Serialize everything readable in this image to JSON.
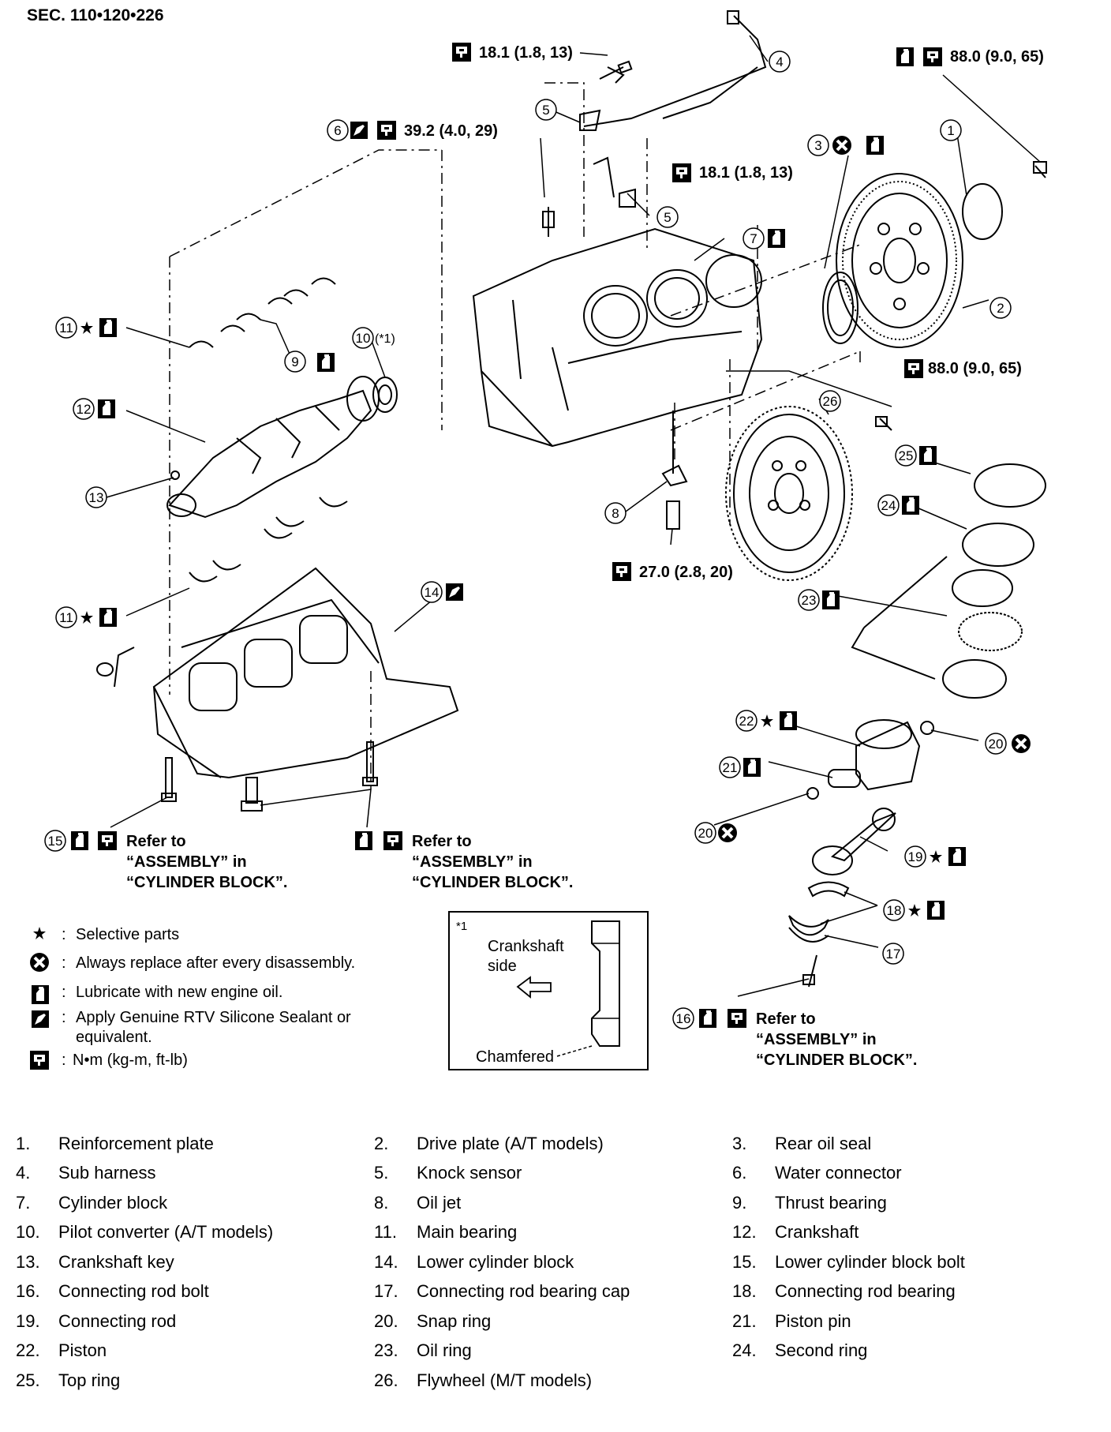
{
  "section_code": "SEC. 110•120•226",
  "torque_specs": {
    "t1": "18.1 (1.8, 13)",
    "t2": "88.0 (9.0, 65)",
    "t3": "39.2 (4.0, 29)",
    "t4": "18.1 (1.8, 13)",
    "t5": "88.0 (9.0, 65)",
    "t6": "27.0 (2.8, 20)"
  },
  "callouts": {
    "c1": "1",
    "c2": "2",
    "c3": "3",
    "c4": "4",
    "c5a": "5",
    "c5b": "5",
    "c6": "6",
    "c7": "7",
    "c8": "8",
    "c9": "9",
    "c10": "10",
    "c10_note": "(*1)",
    "c11a": "11",
    "c11b": "11",
    "c12": "12",
    "c13": "13",
    "c14": "14",
    "c15": "15",
    "c16": "16",
    "c17": "17",
    "c18": "18",
    "c19": "19",
    "c20a": "20",
    "c20b": "20",
    "c21": "21",
    "c22": "22",
    "c23": "23",
    "c24": "24",
    "c25": "25",
    "c26": "26"
  },
  "refer_notes": {
    "line1": "Refer to",
    "line2": "“ASSEMBLY” in",
    "line3": "“CYLINDER BLOCK”."
  },
  "legend": {
    "star": "Selective parts",
    "replace": "Always replace after every disassembly.",
    "oil": "Lubricate with new engine oil.",
    "sealant_line1": "Apply  Genuine RTV Silicone Sealant or",
    "sealant_line2": "equivalent.",
    "torque": "N•m (kg-m, ft-lb)"
  },
  "detail_box": {
    "note": "*1",
    "side_line1": "Crankshaft",
    "side_line2": "side",
    "chamfered": "Chamfered"
  },
  "parts": [
    {
      "num": "1.",
      "name": "Reinforcement plate"
    },
    {
      "num": "2.",
      "name": "Drive plate (A/T models)"
    },
    {
      "num": "3.",
      "name": "Rear oil seal"
    },
    {
      "num": "4.",
      "name": "Sub harness"
    },
    {
      "num": "5.",
      "name": "Knock sensor"
    },
    {
      "num": "6.",
      "name": "Water connector"
    },
    {
      "num": "7.",
      "name": "Cylinder block"
    },
    {
      "num": "8.",
      "name": "Oil jet"
    },
    {
      "num": "9.",
      "name": "Thrust bearing"
    },
    {
      "num": "10.",
      "name": "Pilot converter (A/T models)"
    },
    {
      "num": "11.",
      "name": "Main bearing"
    },
    {
      "num": "12.",
      "name": "Crankshaft"
    },
    {
      "num": "13.",
      "name": "Crankshaft key"
    },
    {
      "num": "14.",
      "name": "Lower cylinder block"
    },
    {
      "num": "15.",
      "name": "Lower cylinder block bolt"
    },
    {
      "num": "16.",
      "name": "Connecting rod bolt"
    },
    {
      "num": "17.",
      "name": "Connecting rod bearing cap"
    },
    {
      "num": "18.",
      "name": "Connecting rod bearing"
    },
    {
      "num": "19.",
      "name": "Connecting rod"
    },
    {
      "num": "20.",
      "name": "Snap ring"
    },
    {
      "num": "21.",
      "name": "Piston pin"
    },
    {
      "num": "22.",
      "name": "Piston"
    },
    {
      "num": "23.",
      "name": "Oil ring"
    },
    {
      "num": "24.",
      "name": "Second ring"
    },
    {
      "num": "25.",
      "name": "Top ring"
    },
    {
      "num": "26.",
      "name": "Flywheel (M/T models)"
    }
  ]
}
